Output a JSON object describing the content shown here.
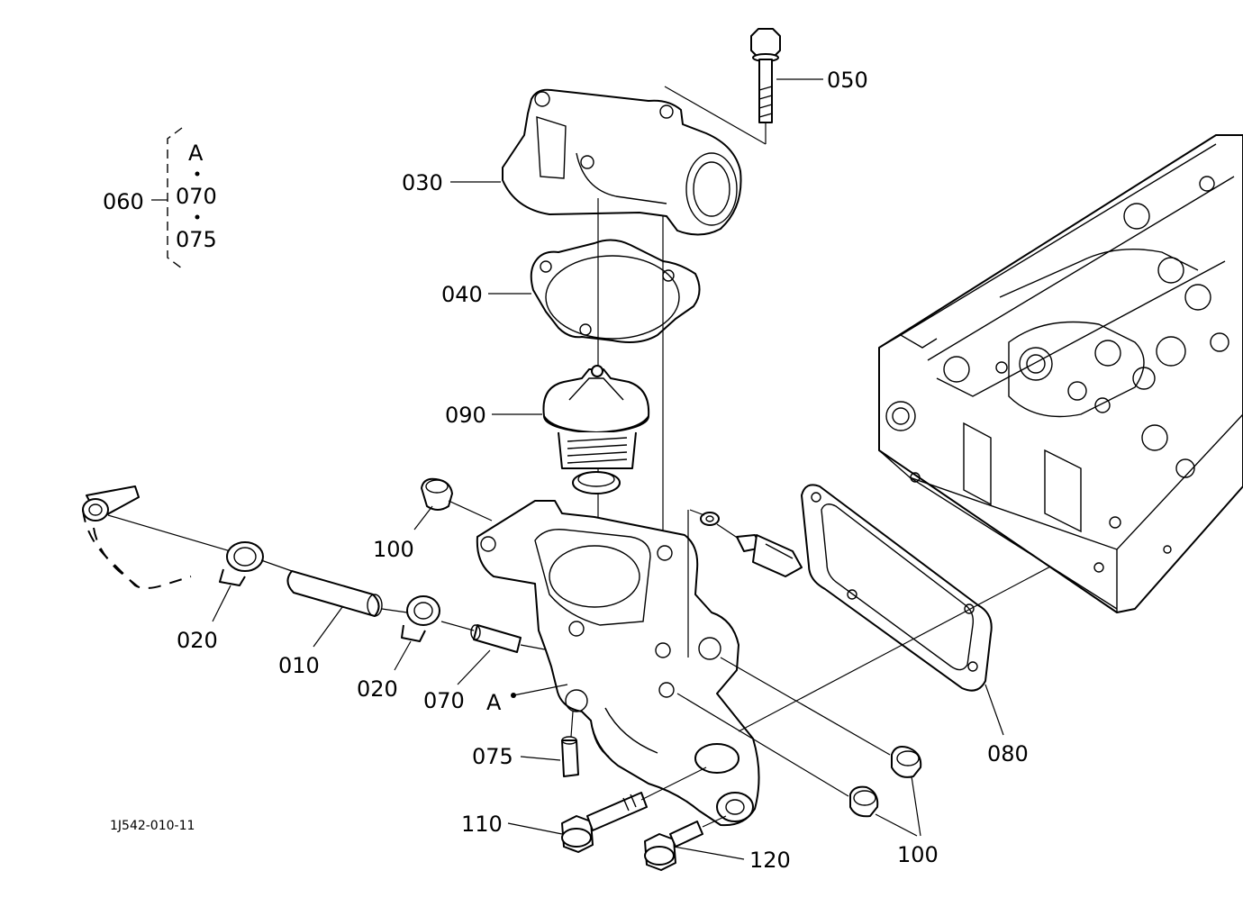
{
  "drawing_id": "1J542-010-11",
  "group": {
    "label": "060",
    "items": [
      "A",
      "070",
      "075"
    ]
  },
  "callouts": {
    "p050": "050",
    "p030": "030",
    "p040": "040",
    "p090": "090",
    "p100_top": "100",
    "p020_left": "020",
    "p010": "010",
    "p020_mid": "020",
    "p070": "070",
    "pA": "A",
    "p075": "075",
    "p110": "110",
    "p120": "120",
    "p100_bottom": "100",
    "p080": "080"
  }
}
